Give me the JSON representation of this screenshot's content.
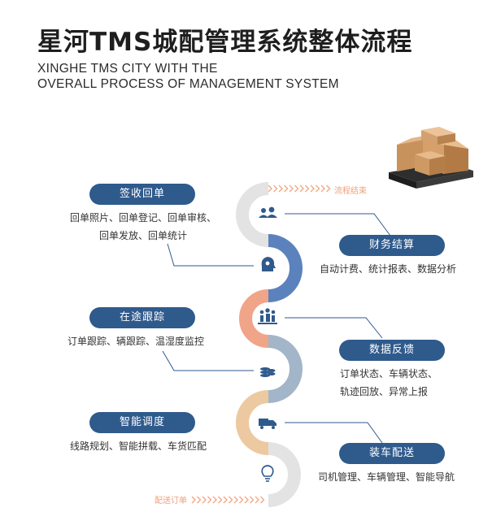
{
  "title": "星河TMS城配管理系统整体流程",
  "subtitle_line1": "XINGHE TMS CITY WITH THE",
  "subtitle_line2": "OVERALL PROCESS OF MANAGEMENT SYSTEM",
  "start_label": "配送订单",
  "end_label": "流程结束",
  "steps": [
    {
      "title": "签收回单",
      "lines": [
        "回单照片、回单登记、回单审核、",
        "回单发放、回单统计"
      ]
    },
    {
      "title": "财务结算",
      "lines": [
        "自动计费、统计报表、数据分析"
      ]
    },
    {
      "title": "在途跟踪",
      "lines": [
        "订单跟踪、辆跟踪、温湿度监控"
      ]
    },
    {
      "title": "数据反馈",
      "lines": [
        "订单状态、车辆状态、",
        "轨迹回放、异常上报"
      ]
    },
    {
      "title": "智能调度",
      "lines": [
        "线路规划、智能拼载、车货匹配"
      ]
    },
    {
      "title": "装车配送",
      "lines": [
        "司机管理、车辆管理、智能导航"
      ]
    }
  ],
  "icons": [
    "users-icon",
    "head-gear-icon",
    "people-group-icon",
    "coins-icon",
    "truck-icon",
    "lightbulb-icon"
  ],
  "colors": {
    "pill": "#2f5a8c",
    "gray": "#e3e3e3",
    "blue": "#5b82bd",
    "salmon": "#f0a488",
    "slate": "#a3b5c8",
    "tan": "#ecc9a0",
    "arrow": "#f3a884"
  }
}
